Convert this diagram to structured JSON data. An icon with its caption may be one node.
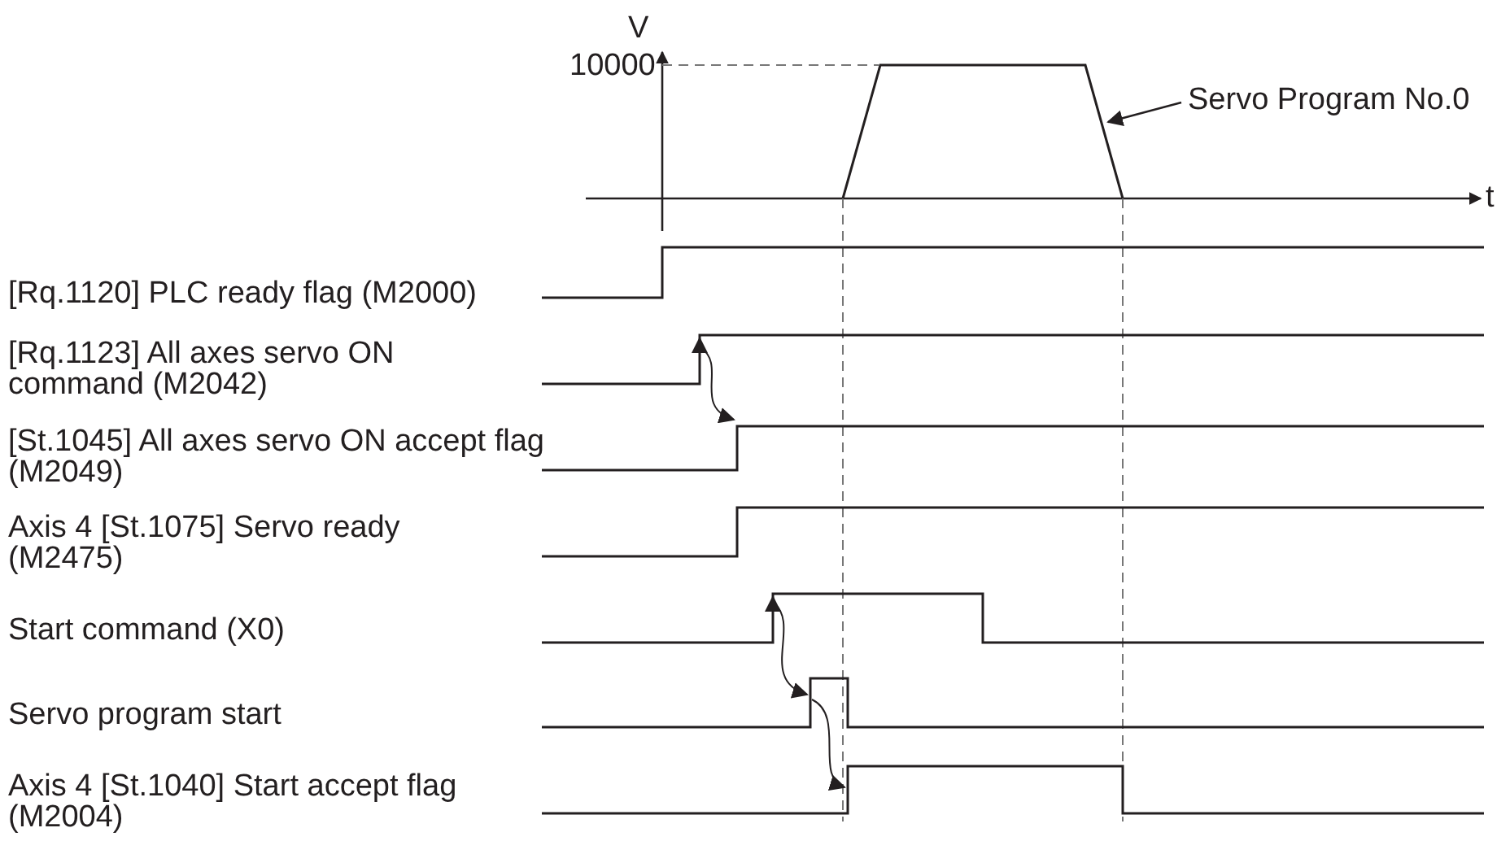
{
  "diagram": {
    "nodes": [
      {
        "text": [
          "Servo Program No.0"
        ]
      },
      {
        "text": [],
        "shape": "picture"
      }
    ],
    "edges": [
      {
        "from": 0,
        "to": 1,
        "arrow": "to"
      }
    ],
    "labels": [
      "V",
      "10000",
      "t",
      "[Rq.1120] PLC ready flag (M2000)",
      "[Rq.1123] All axes servo ON command (M2042)",
      "[St.1045] All axes servo ON accept flag (M2049)",
      "Axis 4 [St.1075] Servo ready (M2475)",
      "Start command (X0)",
      "Servo program start",
      "Axis 4 [St.1040] Start accept flag (M2004)"
    ]
  }
}
